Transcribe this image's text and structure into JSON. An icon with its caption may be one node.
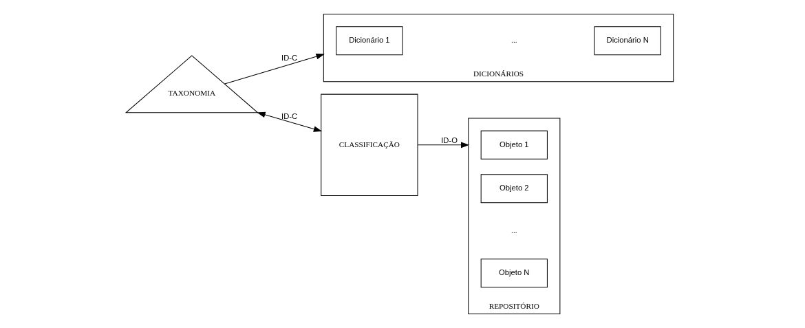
{
  "diagram": {
    "nodes": [
      {
        "text": [
          "TAXONOMIA"
        ]
      },
      {
        "text": [
          "DICIONÁRIOS"
        ]
      },
      {
        "text": [
          "Dicionário 1"
        ],
        "in": 1
      },
      {
        "text": [
          "Dicionário N"
        ],
        "in": 1
      },
      {
        "text": [
          "CLASSIFICAÇÃO"
        ]
      },
      {
        "text": [
          "REPOSITÓRIO"
        ]
      },
      {
        "text": [
          "Objeto 1"
        ],
        "in": 5
      },
      {
        "text": [
          "Objeto 2"
        ],
        "in": 5
      },
      {
        "text": [
          "Objeto N"
        ],
        "in": 5
      }
    ],
    "edges": [
      {
        "from": 0,
        "to": 1,
        "arrow": "to",
        "label": "ID-C"
      },
      {
        "from": 0,
        "to": 4,
        "arrow": "both",
        "label": "ID-C"
      },
      {
        "from": 4,
        "to": 5,
        "arrow": "to",
        "label": "ID-O"
      }
    ],
    "labels": [
      "...",
      "..."
    ]
  }
}
